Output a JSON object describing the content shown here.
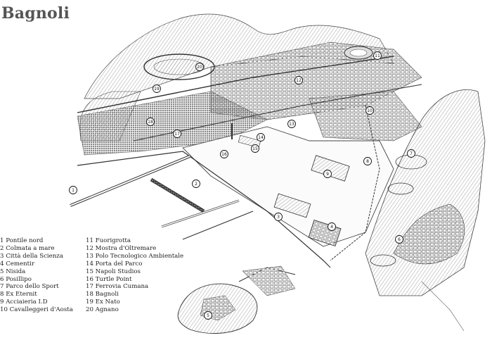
{
  "title": "Bagnoli",
  "legend": [
    {
      "num": "1",
      "label": "Pontile nord"
    },
    {
      "num": "2",
      "label": "Colmata a mare"
    },
    {
      "num": "3",
      "label": "Città della Scienza"
    },
    {
      "num": "4",
      "label": "Cementir"
    },
    {
      "num": "5",
      "label": "Nisida"
    },
    {
      "num": "6",
      "label": "Posillipo"
    },
    {
      "num": "7",
      "label": "Parco dello Sport"
    },
    {
      "num": "8",
      "label": "Ex Eternit"
    },
    {
      "num": "9",
      "label": "Acciaieria I.D"
    },
    {
      "num": "10",
      "label": "Cavalleggeri d'Aosta"
    },
    {
      "num": "11",
      "label": "Fuorigrotta"
    },
    {
      "num": "12",
      "label": "Mostra d'Oltremare"
    },
    {
      "num": "13",
      "label": "Polo Tecnologico Ambientale"
    },
    {
      "num": "14",
      "label": "Porta del Parco"
    },
    {
      "num": "15",
      "label": "Napoli Studios"
    },
    {
      "num": "16",
      "label": "Turtle Point"
    },
    {
      "num": "17",
      "label": "Ferrovia Cumana"
    },
    {
      "num": "18",
      "label": "Bagnoli"
    },
    {
      "num": "19",
      "label": "Ex Nato"
    },
    {
      "num": "20",
      "label": "Agnano"
    }
  ],
  "markers": [
    {
      "num": "1"
    },
    {
      "num": "2"
    },
    {
      "num": "3"
    },
    {
      "num": "4"
    },
    {
      "num": "5"
    },
    {
      "num": "6"
    },
    {
      "num": "7"
    },
    {
      "num": "8"
    },
    {
      "num": "9"
    },
    {
      "num": "10"
    },
    {
      "num": "11"
    },
    {
      "num": "12"
    },
    {
      "num": "13"
    },
    {
      "num": "14"
    },
    {
      "num": "15"
    },
    {
      "num": "16"
    },
    {
      "num": "17"
    },
    {
      "num": "18"
    },
    {
      "num": "19"
    },
    {
      "num": "20"
    }
  ],
  "colors": {
    "ink": "#333333",
    "ground": "#ffffff",
    "shade": "#cfcfcf",
    "title": "#555555"
  }
}
